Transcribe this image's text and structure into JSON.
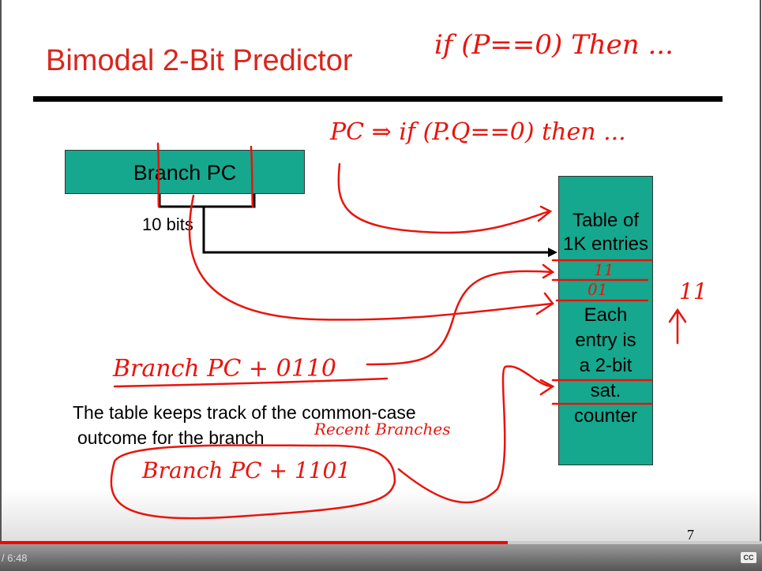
{
  "slide": {
    "title": "Bimodal 2-Bit Predictor",
    "branch_pc_label": "Branch PC",
    "bits_label": "10 bits",
    "table_lines": [
      "Table of",
      "1K entries",
      "Each",
      "entry is",
      "a 2-bit",
      "sat.",
      "counter"
    ],
    "caption_line1": "The table keeps track of the common-case",
    "caption_line2": "outcome for the branch",
    "page_number": "7"
  },
  "annotations": {
    "top_code": "if (P==0) Then ...",
    "pc_code": "PC ⇒ if (P.Q==0) then ...",
    "entry_11": "11",
    "entry_01": "01",
    "side_11": "11",
    "branch_pc_0110": "Branch PC + 0110",
    "recent_branches": "Recent Branches",
    "branch_pc_1101": "Branch PC + 1101"
  },
  "player": {
    "time": "/ 6:48",
    "progress_fraction": 0.666,
    "cc_label": "CC"
  },
  "colors": {
    "accent": "#d9261c",
    "ink": "#e8140c",
    "teal": "#16a88e"
  }
}
